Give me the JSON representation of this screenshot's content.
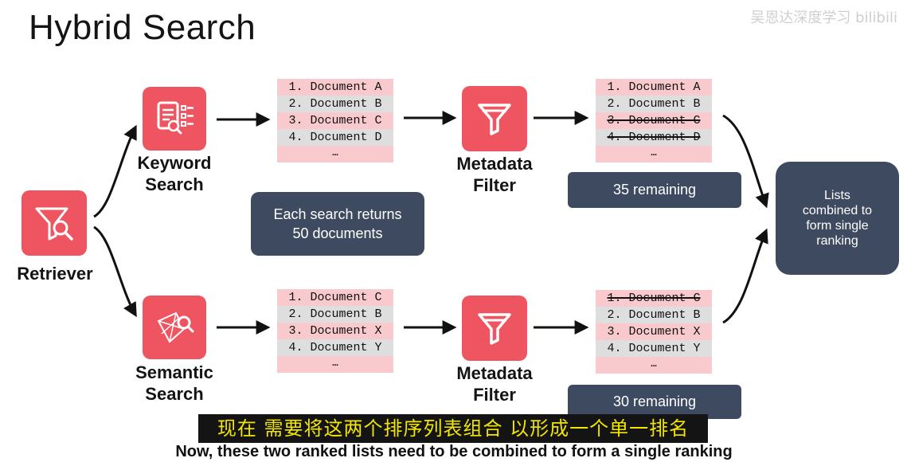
{
  "title": "Hybrid Search",
  "watermark": "吴恩达深度学习 bilibili",
  "retriever": {
    "label": "Retriever",
    "icon": "funnel-magnifier-icon"
  },
  "keyword_search": {
    "label_line1": "Keyword",
    "label_line2": "Search",
    "icon": "document-checklist-icon"
  },
  "semantic_search": {
    "label_line1": "Semantic",
    "label_line2": "Search",
    "icon": "vector-magnifier-icon"
  },
  "metadata_filter_top": {
    "label_line1": "Metadata",
    "label_line2": "Filter",
    "icon": "filter-funnel-icon"
  },
  "metadata_filter_bottom": {
    "label_line1": "Metadata",
    "label_line2": "Filter",
    "icon": "filter-funnel-icon"
  },
  "keyword_results": [
    "1. Document A",
    "2. Document B",
    "3. Document C",
    "4. Document D",
    "…"
  ],
  "keyword_filtered": [
    "1. Document A",
    "2. Document B",
    "3. Document C",
    "4. Document D",
    "…"
  ],
  "semantic_results": [
    "1. Document C",
    "2. Document B",
    "3. Document X",
    "4. Document Y",
    "…"
  ],
  "semantic_filtered": [
    "1. Document C",
    "2. Document B",
    "3. Document X",
    "4. Document Y",
    "…"
  ],
  "info_box": {
    "line1": "Each search returns",
    "line2": "50 documents"
  },
  "remaining_top": "35 remaining",
  "remaining_bottom": "30 remaining",
  "combined_box": {
    "line1": "Lists",
    "line2": "combined to",
    "line3": "form single",
    "line4": "ranking"
  },
  "subtitle_cn": "现在 需要将这两个排序列表组合 以形成一个单一排名",
  "subtitle_en": "Now, these two ranked lists need to be combined to form a single ranking",
  "colors": {
    "accent": "#ef5561",
    "row_pink": "#f8c9cd",
    "row_grey": "#dedede",
    "dark_box": "#3e4a5f",
    "subtitle_text": "#f2e600"
  }
}
